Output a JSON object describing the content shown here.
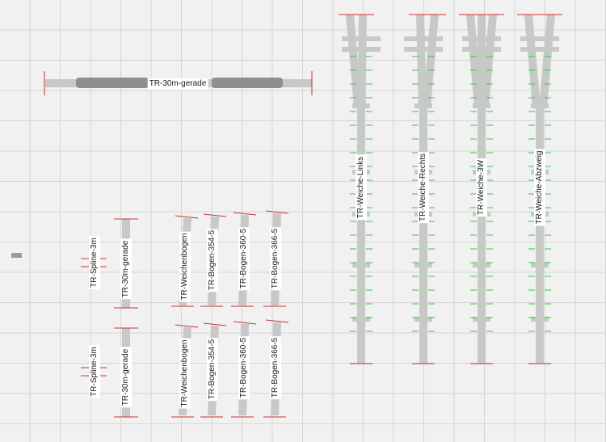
{
  "colors": {
    "rail": "#c8c8c8",
    "rail_dark": "#8f8f8f",
    "end_marker": "#cc3333",
    "sleeper_mark": "#33cc33",
    "grid": "#d5d5d5"
  },
  "tracks": {
    "straight_top": "TR-30m-gerade",
    "row1": [
      "TR-Spline-3m",
      "TR-30m-gerade",
      "TR-Weichenbogen",
      "TR-Bogen-354-5",
      "TR-Bogen-360-5",
      "TR-Bogen-366-5"
    ],
    "row2": [
      "TR-Spline-3m",
      "TR-30m-gerade",
      "TR-Weichenbogen",
      "TR-Bogen-354-5",
      "TR-Bogen-360-5",
      "TR-Bogen-366-5"
    ],
    "switches": [
      "TR-Weiche-Links",
      "TR-Weiche-Rechts",
      "TR-Weiche-3W",
      "TR-Weiche-Abzweig"
    ]
  }
}
